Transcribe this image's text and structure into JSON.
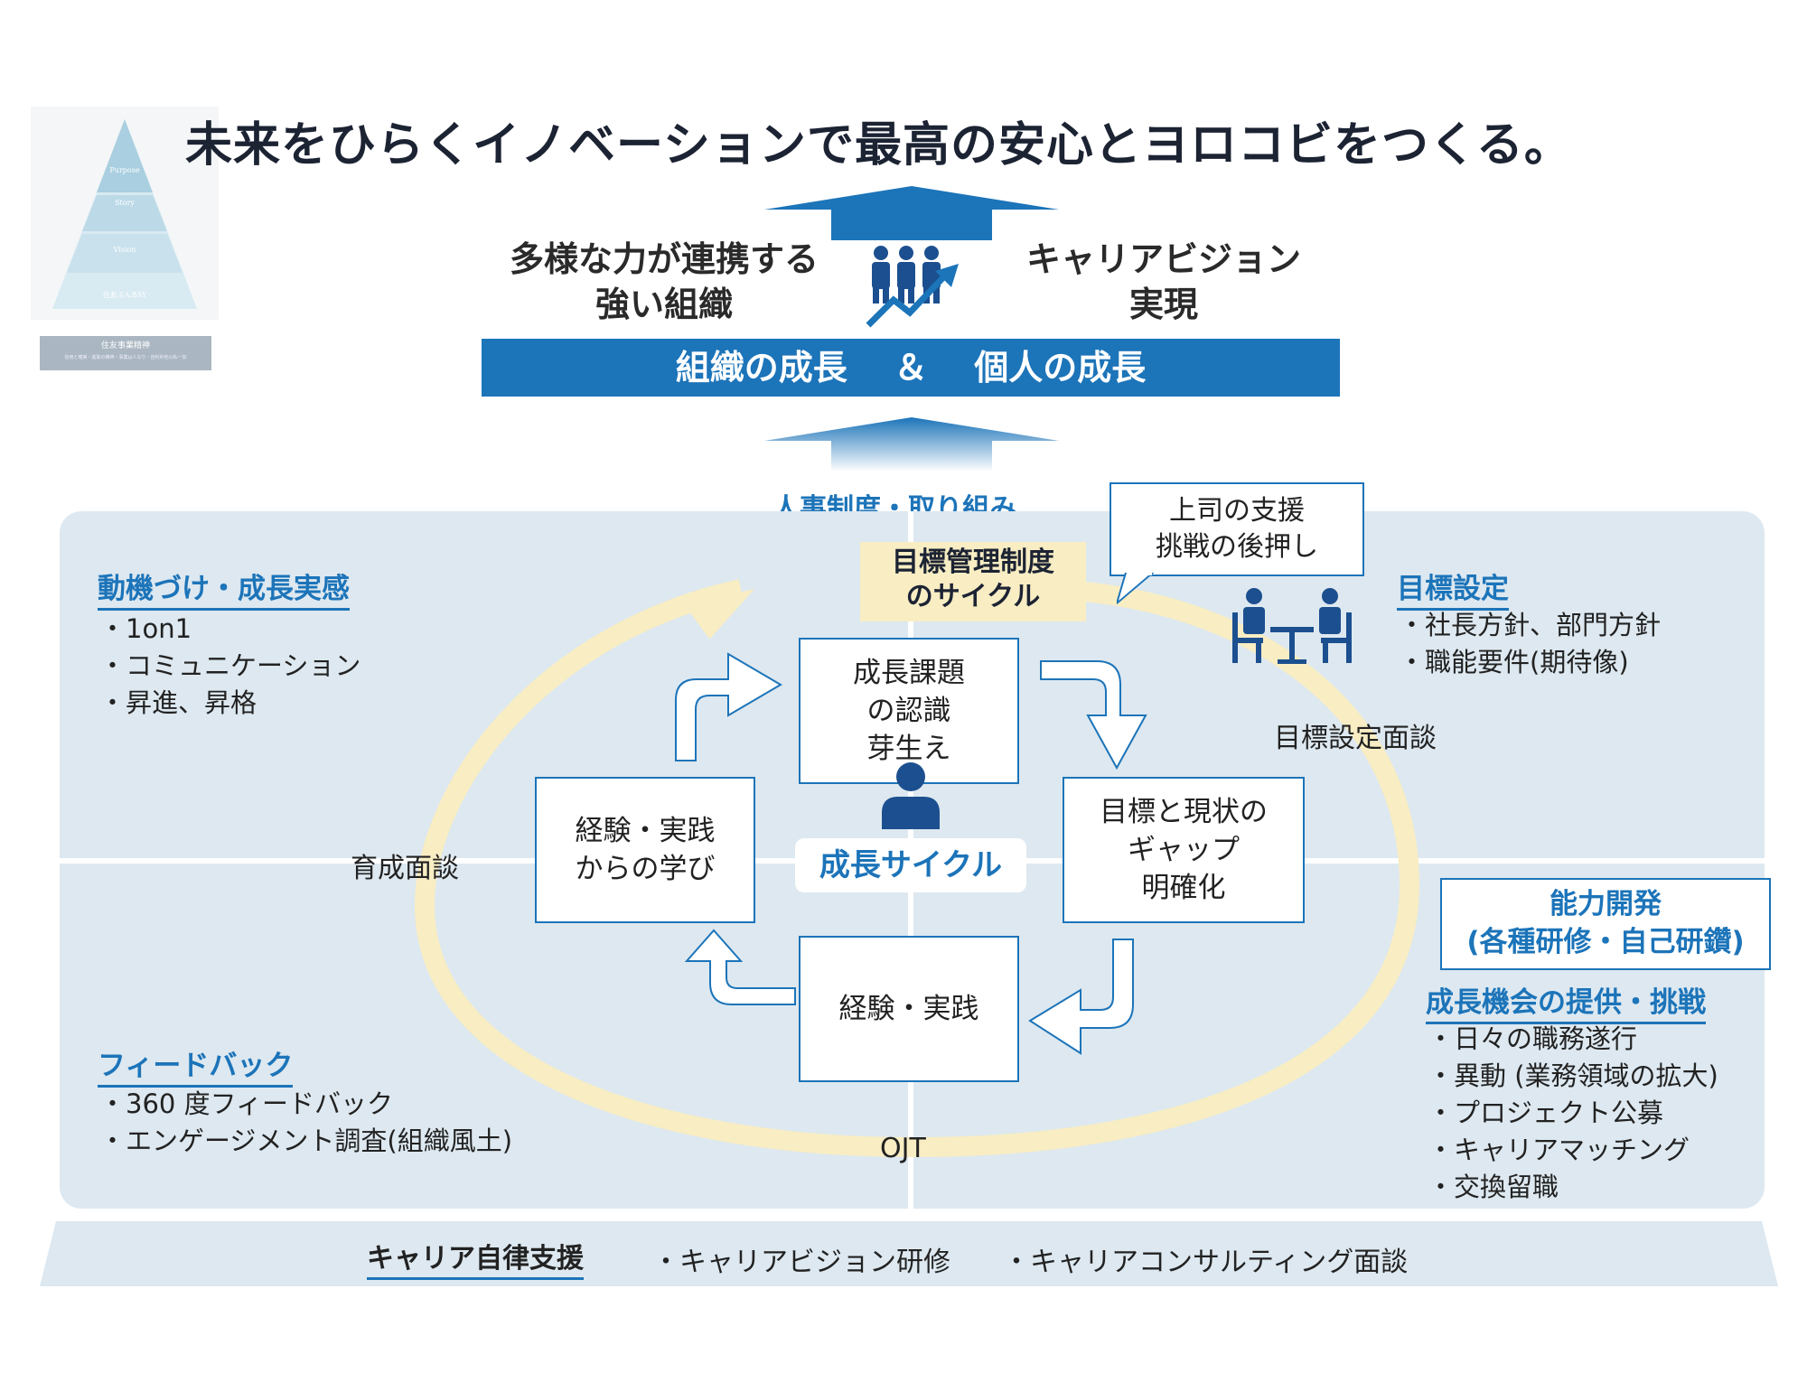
{
  "thumbnail": {
    "levels": [
      "Purpose",
      "Story",
      "Vision",
      "住友ぶんBAY"
    ],
    "caption_title": "住友事業精神",
    "caption_sub": "信用と確実・進取の精神・事業は人なり・自利利他公私一如"
  },
  "title": "未来をひらくイノベーションで最高の安心とヨロコビをつくる。",
  "top_left_lines": [
    "多様な力が連携する",
    "強い組織"
  ],
  "top_right_lines": [
    "キャリアビジョン",
    "実現"
  ],
  "growth_bar": "組織の成長　 ＆ 　個人の成長",
  "hr_label": "人事制度・取り組み",
  "mbo_lines": [
    "目標管理制度",
    "のサイクル"
  ],
  "bubble_lines": [
    "上司の支援",
    "挑戦の後押し"
  ],
  "sections": {
    "motivation": {
      "heading": "動機づけ・成長実感",
      "items": [
        "・1on1",
        "・コミュニケーション",
        "・昇進、昇格"
      ]
    },
    "goal_setting": {
      "heading": "目標設定",
      "items": [
        "・社長方針、部門方針",
        "・職能要件(期待像)"
      ]
    },
    "feedback": {
      "heading": "フィードバック",
      "items": [
        "・360 度フィードバック",
        "・エンゲージメント調査(組織風土)"
      ]
    },
    "opportunity": {
      "heading": "成長機会の提供・挑戦",
      "items": [
        "・日々の職務遂行",
        "・異動 (業務領域の拡大)",
        "・プロジェクト公募",
        "・キャリアマッチング",
        "・交換留職"
      ]
    }
  },
  "goal_interview": "目標設定面談",
  "development_interview": "育成面談",
  "ojt": "OJT",
  "ability": {
    "line1": "能力開発",
    "line2": "(各種研修・自己研鑽)"
  },
  "cycle": {
    "label": "成長サイクル",
    "top": [
      "成長課題",
      "の認識",
      "芽生え"
    ],
    "right": [
      "目標と現状の",
      "ギャップ",
      "明確化"
    ],
    "bottom": [
      "経験・実践"
    ],
    "left": [
      "経験・実践",
      "からの学び"
    ]
  },
  "bottom_band": {
    "heading": "キャリア自律支援",
    "item1": "・キャリアビジョン研修",
    "item2": "・キャリアコンサルティング面談"
  },
  "colors": {
    "accent": "#1c74b9",
    "panel": "#dde8f0",
    "ring": "#f8edc3"
  }
}
